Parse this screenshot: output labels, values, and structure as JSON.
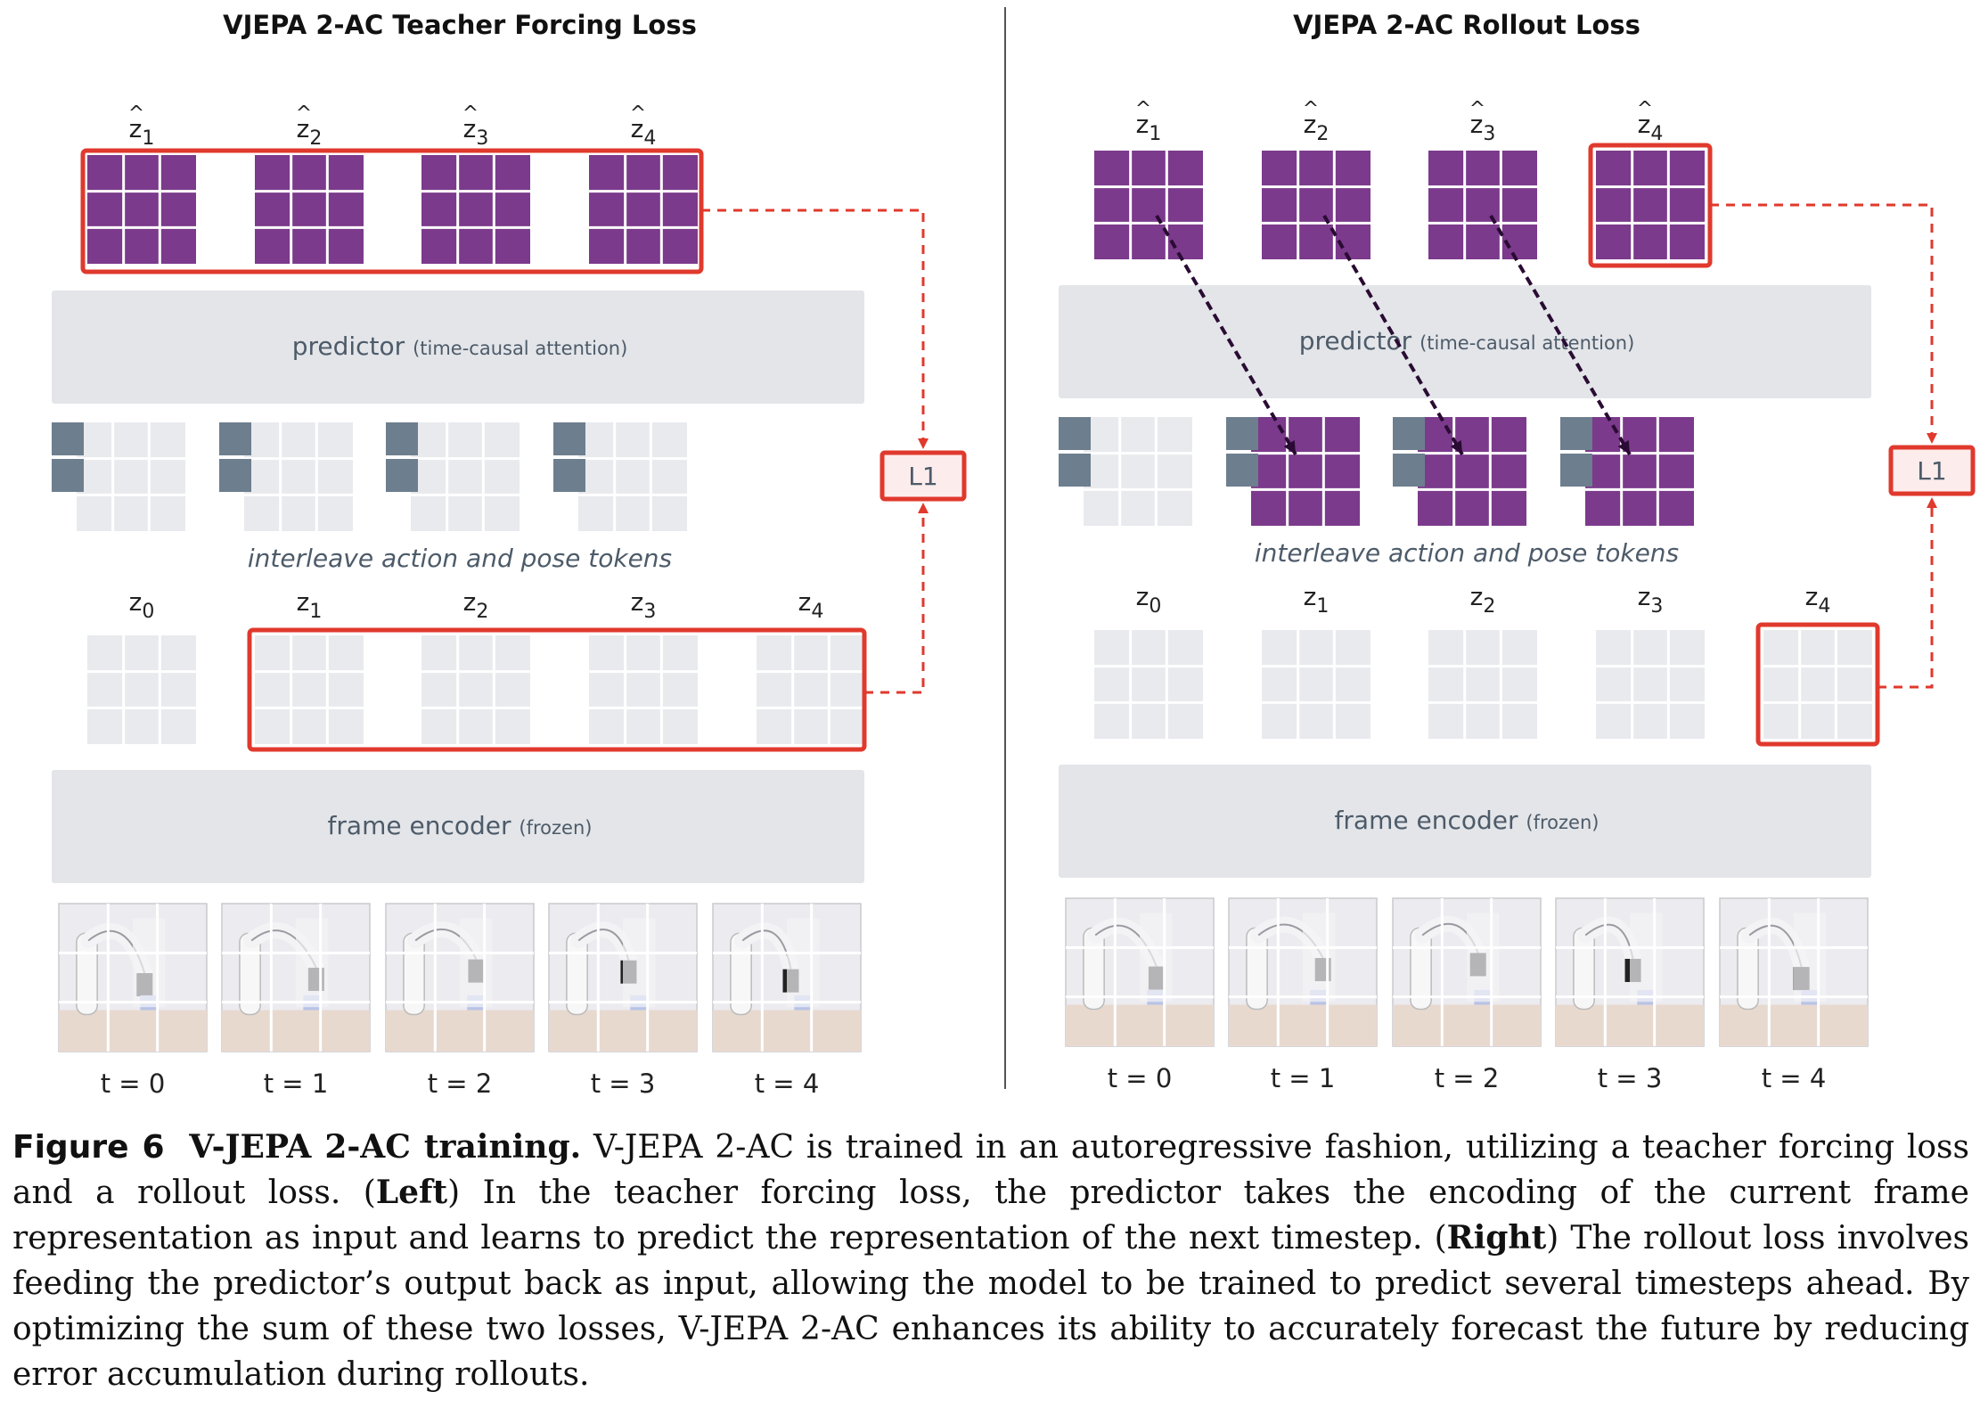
{
  "colors": {
    "purple": "#7b3a8c",
    "gray_cell": "#e9eaee",
    "slate": "#6d7e8e",
    "block": "#e3e5e9",
    "red": "#e0392d",
    "arrow": "#2a0b33"
  },
  "panels": [
    {
      "id": "teacher-forcing",
      "title": "VJEPA 2-AC Teacher Forcing Loss",
      "pred_labels": [
        {
          "base": "z",
          "sub": "1"
        },
        {
          "base": "z",
          "sub": "2"
        },
        {
          "base": "z",
          "sub": "3"
        },
        {
          "base": "z",
          "sub": "4"
        }
      ],
      "predictor": {
        "label": "predictor",
        "note": "(time-causal attention)"
      },
      "interleave": "interleave action and pose tokens",
      "enc_labels": [
        {
          "base": "z",
          "sub": "0"
        },
        {
          "base": "z",
          "sub": "1"
        },
        {
          "base": "z",
          "sub": "2"
        },
        {
          "base": "z",
          "sub": "3"
        },
        {
          "base": "z",
          "sub": "4"
        }
      ],
      "encoder": {
        "label": "frame encoder",
        "note": "(frozen)"
      },
      "loss": "L1",
      "times": [
        "t = 0",
        "t = 1",
        "t = 2",
        "t = 3",
        "t = 4"
      ],
      "rollout": false
    },
    {
      "id": "rollout",
      "title": "VJEPA 2-AC Rollout Loss",
      "pred_labels": [
        {
          "base": "z",
          "sub": "1"
        },
        {
          "base": "z",
          "sub": "2"
        },
        {
          "base": "z",
          "sub": "3"
        },
        {
          "base": "z",
          "sub": "4"
        }
      ],
      "predictor": {
        "label": "predictor",
        "note": "(time-causal attention)"
      },
      "interleave": "interleave action and pose tokens",
      "enc_labels": [
        {
          "base": "z",
          "sub": "0"
        },
        {
          "base": "z",
          "sub": "1"
        },
        {
          "base": "z",
          "sub": "2"
        },
        {
          "base": "z",
          "sub": "3"
        },
        {
          "base": "z",
          "sub": "4"
        }
      ],
      "encoder": {
        "label": "frame encoder",
        "note": "(frozen)"
      },
      "loss": "L1",
      "times": [
        "t = 0",
        "t = 1",
        "t = 2",
        "t = 3",
        "t = 4"
      ],
      "rollout": true
    }
  ],
  "caption": {
    "label": "Figure 6",
    "title": "V-JEPA 2-AC training.",
    "intro": "V-JEPA 2-AC is trained in an autoregressive fashion, utilizing a teacher forcing loss and a rollout loss.",
    "left_tag": "Left",
    "left_text": "In the teacher forcing loss, the predictor takes the encoding of the current frame representation as input and learns to predict the representation of the next timestep.",
    "right_tag": "Right",
    "right_text": "The rollout loss involves feeding the predictor’s output back as input, allowing the model to be trained to predict several timesteps ahead. By optimizing the sum of these two losses, V-JEPA 2-AC enhances its ability to accurately forecast the future by reducing error accumulation during rollouts."
  }
}
